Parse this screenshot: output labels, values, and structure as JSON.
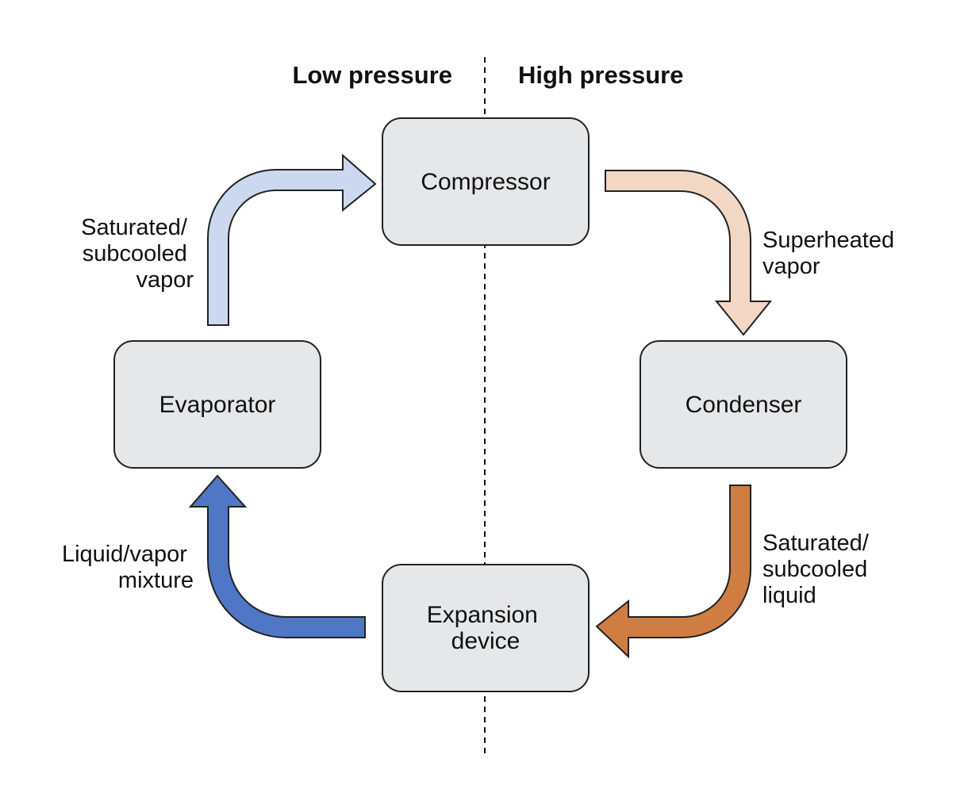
{
  "headers": {
    "low_pressure": "Low pressure",
    "high_pressure": "High pressure"
  },
  "components": {
    "compressor": "Compressor",
    "condenser": "Condenser",
    "expansion_line1": "Expansion",
    "expansion_line2": "device",
    "evaporator": "Evaporator"
  },
  "flows": {
    "compressor_to_condenser": [
      "Superheated",
      "vapor"
    ],
    "condenser_to_expansion": [
      "Saturated/",
      "subcooled",
      "liquid"
    ],
    "expansion_to_evaporator": [
      "Liquid/vapor",
      "mixture"
    ],
    "evaporator_to_compressor": [
      "Saturated/",
      "subcooled",
      "vapor"
    ]
  },
  "colors": {
    "compressor_to_condenser": "#f2d7c4",
    "condenser_to_expansion": "#cf7d42",
    "expansion_to_evaporator": "#5077c6",
    "evaporator_to_compressor": "#ccd8ef",
    "box_fill": "#e6e7e8"
  }
}
